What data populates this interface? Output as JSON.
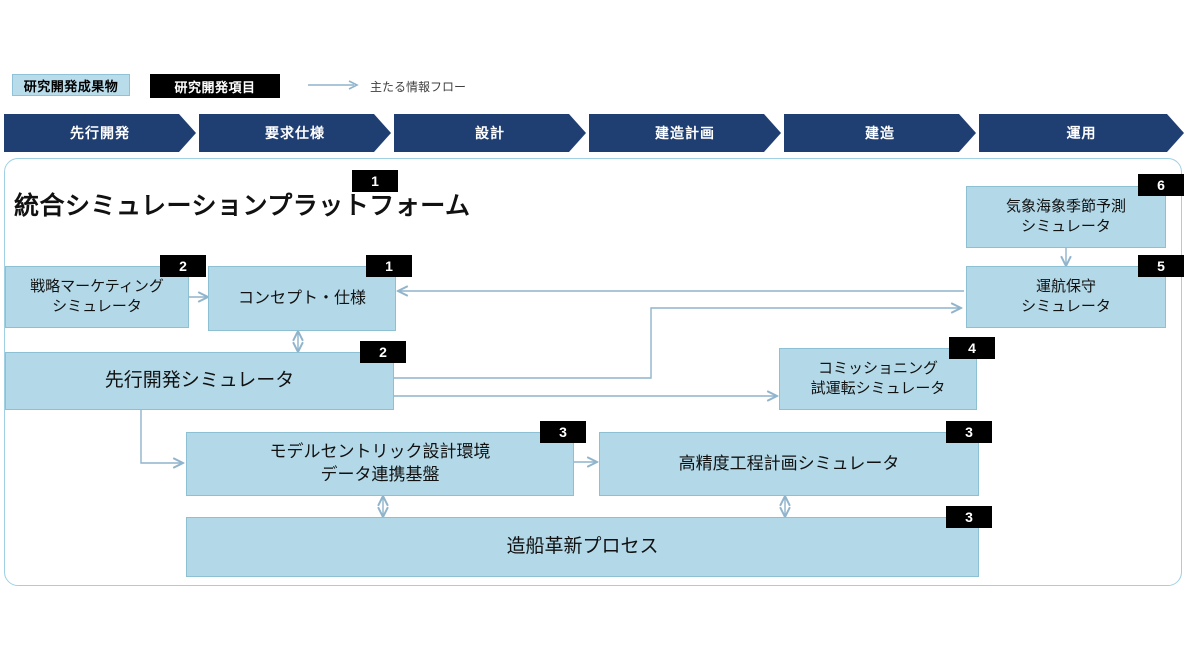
{
  "legend": {
    "items": [
      {
        "key": "deliverable",
        "label": "研究開発成果物",
        "style": "light",
        "color": "#b9dcea"
      },
      {
        "key": "rnd-item",
        "label": "研究開発項目",
        "style": "dark",
        "color": "#000000"
      }
    ],
    "flow_label": "主たる情報フロー",
    "flow_color": "#8fb4cc"
  },
  "phase_bar": {
    "color": "#1f3f72",
    "phases": [
      {
        "id": "p1",
        "label": "先行開発"
      },
      {
        "id": "p2",
        "label": "要求仕様"
      },
      {
        "id": "p3",
        "label": "設計"
      },
      {
        "id": "p4",
        "label": "建造計画"
      },
      {
        "id": "p5",
        "label": "建造"
      },
      {
        "id": "p6",
        "label": "運用"
      }
    ]
  },
  "platform": {
    "title": "統合シミュレーションプラットフォーム",
    "title_badge": "1",
    "border_color": "#9fd0e3"
  },
  "nodes": [
    {
      "id": "strategy",
      "lines": [
        "戦略マーケティング",
        "シミュレータ"
      ],
      "badge": "2",
      "font": 15
    },
    {
      "id": "concept",
      "lines": [
        "コンセプト・仕様"
      ],
      "badge": "1",
      "font": 16
    },
    {
      "id": "weather",
      "lines": [
        "気象海象季節予測",
        "シミュレータ"
      ],
      "badge": "6",
      "font": 15
    },
    {
      "id": "operation",
      "lines": [
        "運航保守",
        "シミュレータ"
      ],
      "badge": "5",
      "font": 15
    },
    {
      "id": "advdev",
      "lines": [
        "先行開発シミュレータ"
      ],
      "badge": "2",
      "font": 19
    },
    {
      "id": "commission",
      "lines": [
        "コミッショニング",
        "試運転シミュレータ"
      ],
      "badge": "4",
      "font": 15
    },
    {
      "id": "modelcentric",
      "lines": [
        "モデルセントリック設計環境",
        "データ連携基盤"
      ],
      "badge": "3",
      "font": 17
    },
    {
      "id": "process",
      "lines": [
        "高精度工程計画シミュレータ"
      ],
      "badge": "3",
      "font": 17
    },
    {
      "id": "shipbuild",
      "lines": [
        "造船革新プロセス"
      ],
      "badge": "3",
      "font": 19
    }
  ],
  "colors": {
    "node_fill": "#b3d9e8",
    "node_border": "#8ec0d4",
    "badge_bg": "#000000",
    "badge_fg": "#ffffff",
    "wire": "#8fb4cc",
    "chevron": "#1f3f72"
  }
}
